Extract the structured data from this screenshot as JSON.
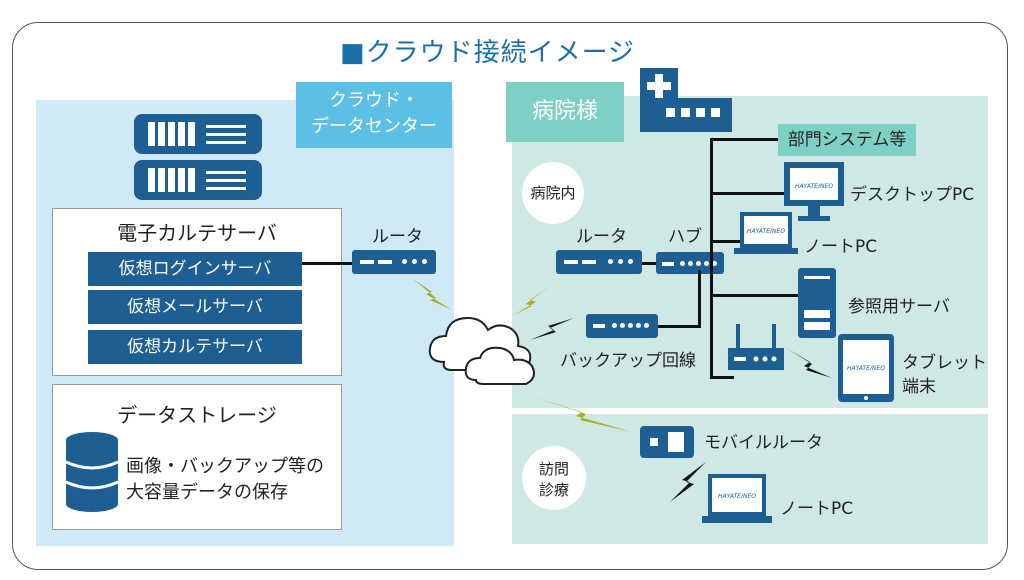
{
  "title": "■クラウド接続イメージ",
  "cloud_side": {
    "tag_line1": "クラウド・",
    "tag_line2": "データセンター",
    "ehr_server_title": "電子カルテサーバ",
    "virtual_servers": [
      "仮想ログインサーバ",
      "仮想メールサーバ",
      "仮想カルテサーバ"
    ],
    "storage_title": "データストレージ",
    "storage_desc_line1": "画像・バックアップ等の",
    "storage_desc_line2": "大容量データの保存",
    "router_label": "ルータ"
  },
  "hospital_side": {
    "tag": "病院様",
    "inside_label": "病院内",
    "router_label": "ルータ",
    "hub_label": "ハブ",
    "dept_systems": "部門システム等",
    "desktop_pc": "デスクトップPC",
    "notebook_pc": "ノートPC",
    "ref_server": "参照用サーバ",
    "tablet_line1": "タブレット",
    "tablet_line2": "端末",
    "backup_line": "バックアップ回線",
    "screen_logo": "HAYATE/NEO"
  },
  "visit_side": {
    "label_line1": "訪問",
    "label_line2": "診療",
    "mobile_router": "モバイルルータ",
    "notebook_pc": "ノートPC"
  },
  "colors": {
    "navy": "#1e5f93",
    "cloud_panel": "#cfe9f7",
    "hospital_panel": "#cfe8e6",
    "cloud_tag": "#5cc0e6",
    "hospital_tag": "#7ed0c4",
    "lightning": "#a9ad1e",
    "title": "#1a6fa8"
  },
  "icons": [
    "server-rack-icon",
    "database-icon",
    "router-icon",
    "hub-icon",
    "cloud-icon",
    "lightning-icon",
    "hospital-building-icon",
    "desktop-pc-icon",
    "laptop-icon",
    "tower-server-icon",
    "wifi-router-icon",
    "tablet-icon",
    "mobile-router-icon"
  ]
}
